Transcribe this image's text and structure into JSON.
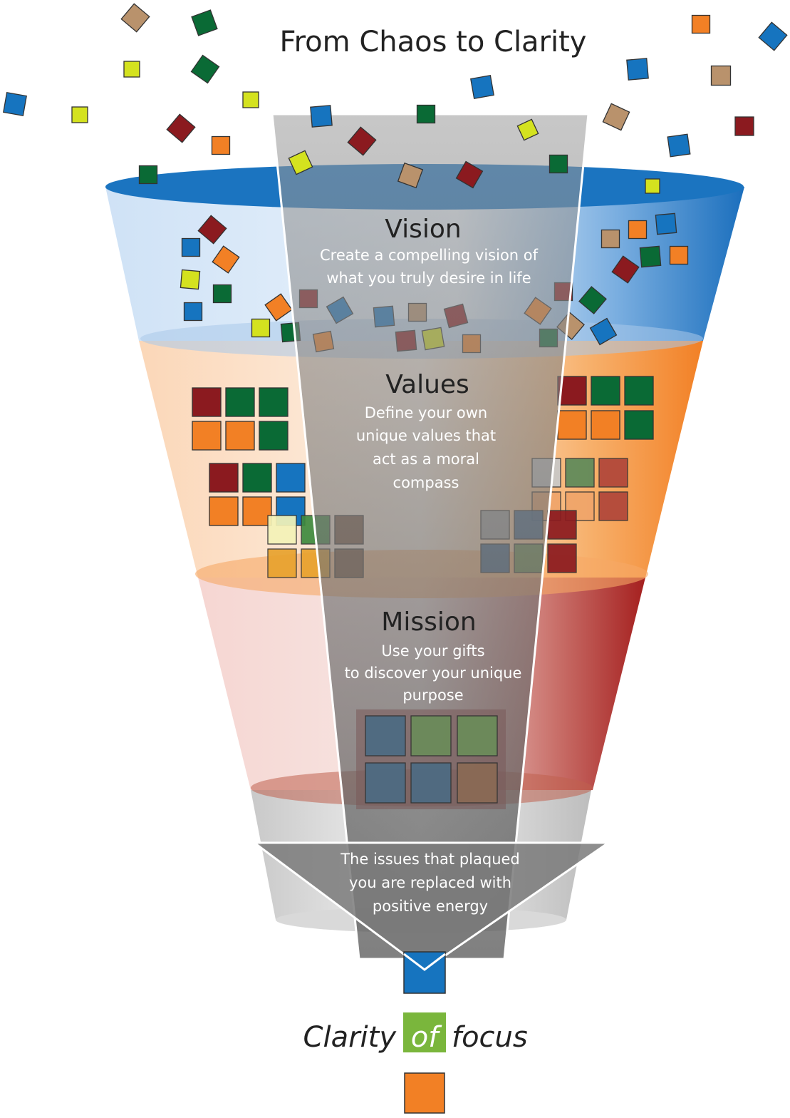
{
  "title": "From Chaos to Clarity",
  "stages": [
    {
      "name": "Vision",
      "description": [
        "Create a compelling vision of",
        "what you truly desire in life"
      ]
    },
    {
      "name": "Values",
      "description": [
        "Define your own",
        "unique values that",
        "act as a moral",
        "compass"
      ]
    },
    {
      "name": "Mission",
      "description": [
        "Use your gifts",
        "to discover your unique",
        "purpose"
      ]
    }
  ],
  "arrow": {
    "text": [
      "The issues that plaqued",
      "you are replaced with",
      "positive energy"
    ]
  },
  "footer": {
    "left": "Clarity",
    "middle": "of",
    "right": "focus"
  },
  "colors": {
    "blue": "#1674bf",
    "green": "#0a6a35",
    "red": "#8b1a1f",
    "orange": "#f28025",
    "tan": "#b9926c",
    "yellow": "#d4e21f",
    "of_box": "#7ab63c",
    "vision_band": "#1b74c0",
    "values_band": "#f2862c",
    "mission_band": "#b3302e"
  }
}
